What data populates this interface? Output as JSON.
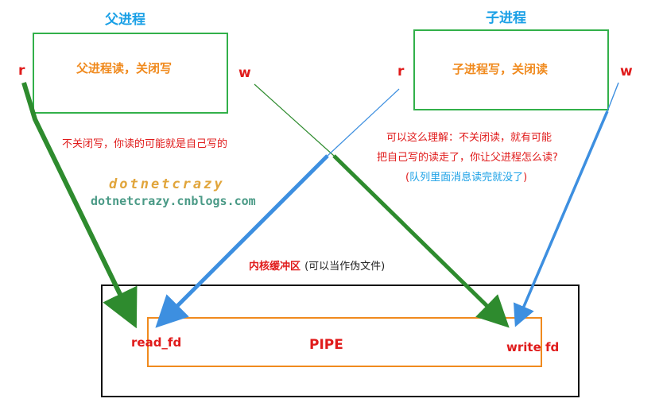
{
  "parent": {
    "title": "父进程",
    "box_label": "父进程读，关闭写",
    "r": "r",
    "w": "w"
  },
  "child": {
    "title": "子进程",
    "box_label": "子进程写，关闭读",
    "r": "r",
    "w": "w"
  },
  "notes": {
    "left": "不关闭写，你读的可能就是自己写的",
    "right_line1": "可以这么理解：不关闭读，就有可能",
    "right_line2": "把自己写的读走了，你让父进程怎么读?",
    "right_line3_open": "(",
    "right_line3_text": "队列里面消息读完就没了",
    "right_line3_close": ")"
  },
  "watermark": {
    "line1": "dotnetcrazy",
    "line2": "dotnetcrazy.cnblogs.com"
  },
  "kernel": {
    "title": "内核缓冲区",
    "subtitle": "(可以当作伪文件)"
  },
  "pipe": {
    "label": "PIPE",
    "read_fd": "read_fd",
    "write_fd": "write fd"
  },
  "colors": {
    "green_arrow": "#2e8b2e",
    "blue_arrow": "#3d8fe0",
    "box_green": "#32b04a",
    "pipe_orange": "#f08a1e",
    "red_text": "#e01b1b",
    "title_blue": "#1aa0e6"
  }
}
